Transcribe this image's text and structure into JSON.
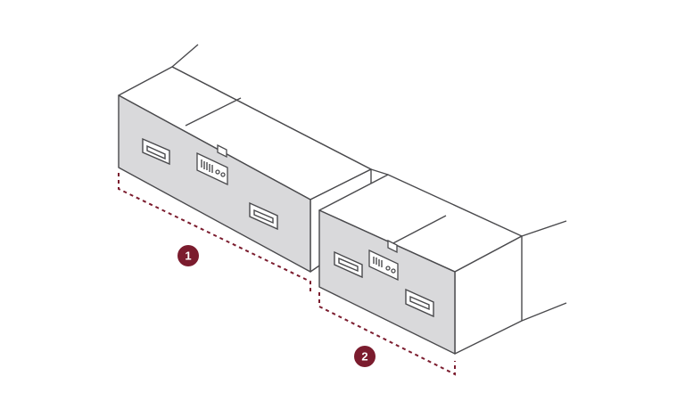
{
  "colors": {
    "accent": "#7b1c2e",
    "outline": "#4a4a4d",
    "drawer_front": "#d9d9db",
    "background": "#ffffff"
  },
  "callouts": [
    {
      "label": "1",
      "target": "large-drawer-unit"
    },
    {
      "label": "2",
      "target": "small-drawer-unit"
    }
  ]
}
